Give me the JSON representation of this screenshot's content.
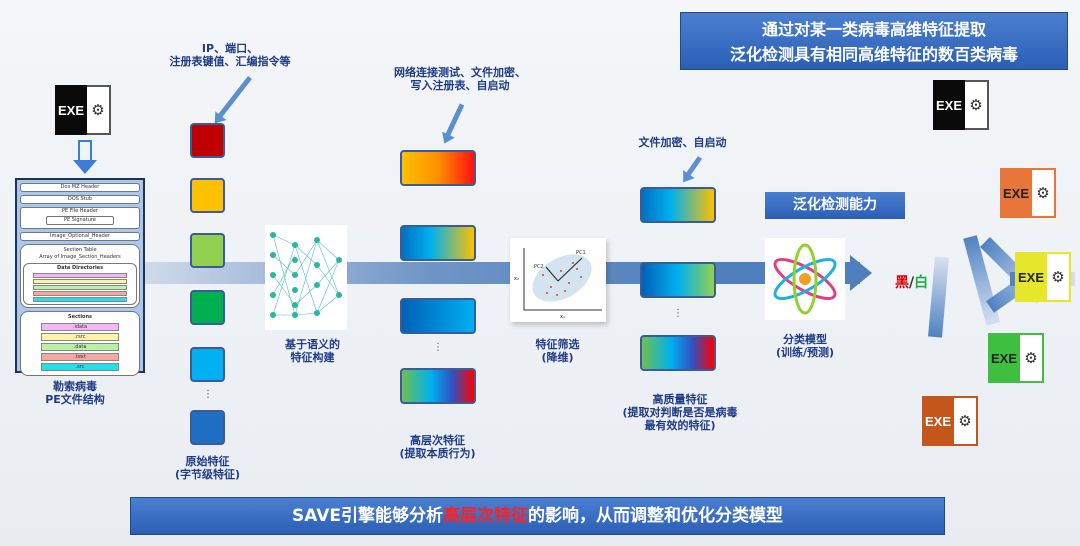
{
  "title_box": {
    "line1": "通过对某一类病毒高维特征提取",
    "line2": "泛化检测具有相同高维特征的数百类病毒"
  },
  "exe_label": "EXE",
  "pe": {
    "rows": [
      "Dos MZ Header",
      "DOS Stub",
      "PE File Header",
      "PE Signature",
      "Image_Optional_Header"
    ],
    "section_table": "Section Table",
    "section_array": "Array of Image_Section_Headers",
    "data_dirs": "Data Directories",
    "sections": "Sections",
    "section_names": [
      ".idata",
      ".rsrc",
      ".data",
      ".text",
      ".src"
    ],
    "label1": "勒索病毒",
    "label2": "PE文件结构"
  },
  "raw": {
    "top1": "IP、端口、",
    "top2": "注册表键值、汇编指令等",
    "label1": "原始特征",
    "label2": "(字节级特征)",
    "colors": [
      "#c00000",
      "#ffc000",
      "#92d050",
      "#00b050",
      "#00b0f0",
      "#1f6fc5"
    ]
  },
  "semantic": {
    "label1": "基于语义的",
    "label2": "特征构建"
  },
  "high": {
    "top1": "网络连接测试、文件加密、",
    "top2": "写入注册表、自启动",
    "label1": "高层次特征",
    "label2": "(提取本质行为)"
  },
  "pca": {
    "label1": "特征筛选",
    "label2": "(降维)",
    "pc1": "PC1",
    "pc2": "PC2",
    "x1": "x₁",
    "x2": "x₂"
  },
  "quality": {
    "top": "文件加密、自启动",
    "label1": "高质量特征",
    "label2": "(提取对判断是否是病毒",
    "label3": "最有效的特征)"
  },
  "generalize": "泛化检测能力",
  "model": {
    "label1": "分类模型",
    "label2": "(训练/预测)"
  },
  "result": {
    "black": "黑",
    "sep": "/",
    "white": "白"
  },
  "dots": "⋮",
  "banner": {
    "pre": "SAVE引擎能够分析",
    "highlight": "高层次特征",
    "post": "的影响，从而调整和优化分类模型"
  },
  "exe_colors": [
    "#0a0a0a",
    "#e8763a",
    "#e6e62a",
    "#3fbf3f",
    "#c4561c"
  ]
}
